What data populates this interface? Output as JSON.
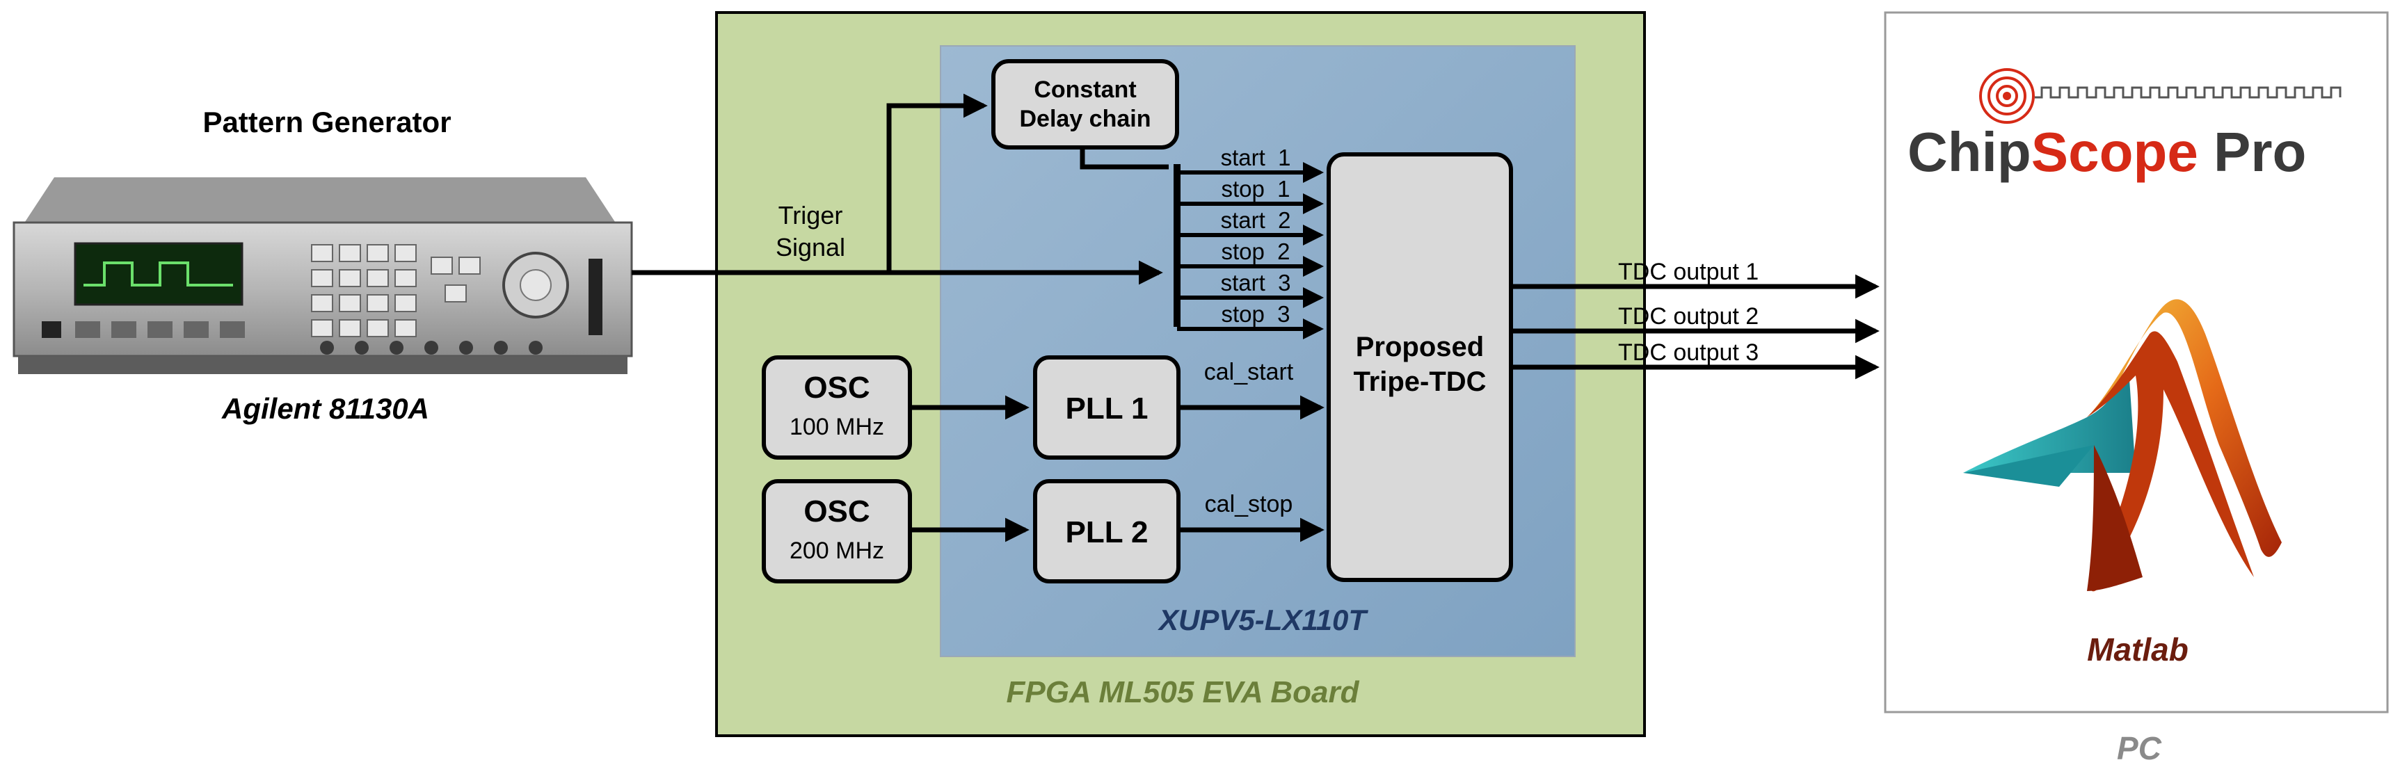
{
  "generator": {
    "title": "Pattern Generator",
    "model": "Agilent 81130A"
  },
  "trigger": {
    "label_line1": "Triger",
    "label_line2": "Signal"
  },
  "board": {
    "label": "FPGA ML505 EVA Board",
    "fpga_label": "XUPV5-LX110T"
  },
  "delay_chain": {
    "line1": "Constant",
    "line2": "Delay chain"
  },
  "signals": [
    "start  1",
    "stop  1",
    "start  2",
    "stop  2",
    "start  3",
    "stop  3"
  ],
  "oscillators": [
    {
      "name": "OSC",
      "freq": "100 MHz"
    },
    {
      "name": "OSC",
      "freq": "200 MHz"
    }
  ],
  "plls": [
    {
      "name": "PLL 1",
      "output": "cal_start"
    },
    {
      "name": "PLL 2",
      "output": "cal_stop"
    }
  ],
  "tdc": {
    "line1": "Proposed",
    "line2": "Tripe-TDC"
  },
  "outputs": [
    "TDC output 1",
    "TDC output 2",
    "TDC output 3"
  ],
  "pc": {
    "label": "PC",
    "chipscope_part1": "Chip",
    "chipscope_part2": "Scope",
    "chipscope_part3": " Pro",
    "matlab_label": "Matlab"
  },
  "colors": {
    "board_fill": "#c6d8a2",
    "fpga_fill": "#8fb0cc",
    "block_fill": "#d9d9d9",
    "board_label": "#6b7f3a",
    "fpga_label": "#1f3864",
    "matlab_label": "#6b1d0e",
    "chipscope_red": "#d62a16",
    "chipscope_dark": "#3a3a3a",
    "pc_label": "#8a8a8a"
  },
  "icons": [
    "signal-generator-image",
    "chipscope-logo",
    "matlab-logo"
  ]
}
